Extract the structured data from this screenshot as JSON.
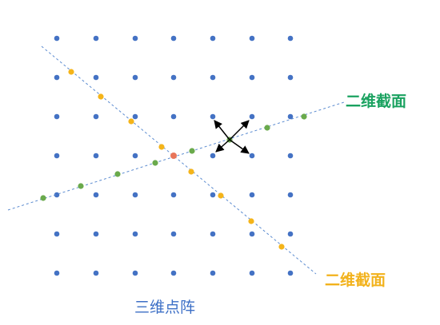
{
  "labels": {
    "plane_green": "二维截面",
    "plane_orange": "二维截面",
    "lattice": "三维点阵"
  },
  "colors": {
    "lattice_dot": "#4472c4",
    "plane_green": "#6aaa4c",
    "plane_orange": "#f4b41a",
    "intersection": "#e8755a",
    "dashed_line": "#5b8bd0",
    "arrow": "#000000"
  }
}
